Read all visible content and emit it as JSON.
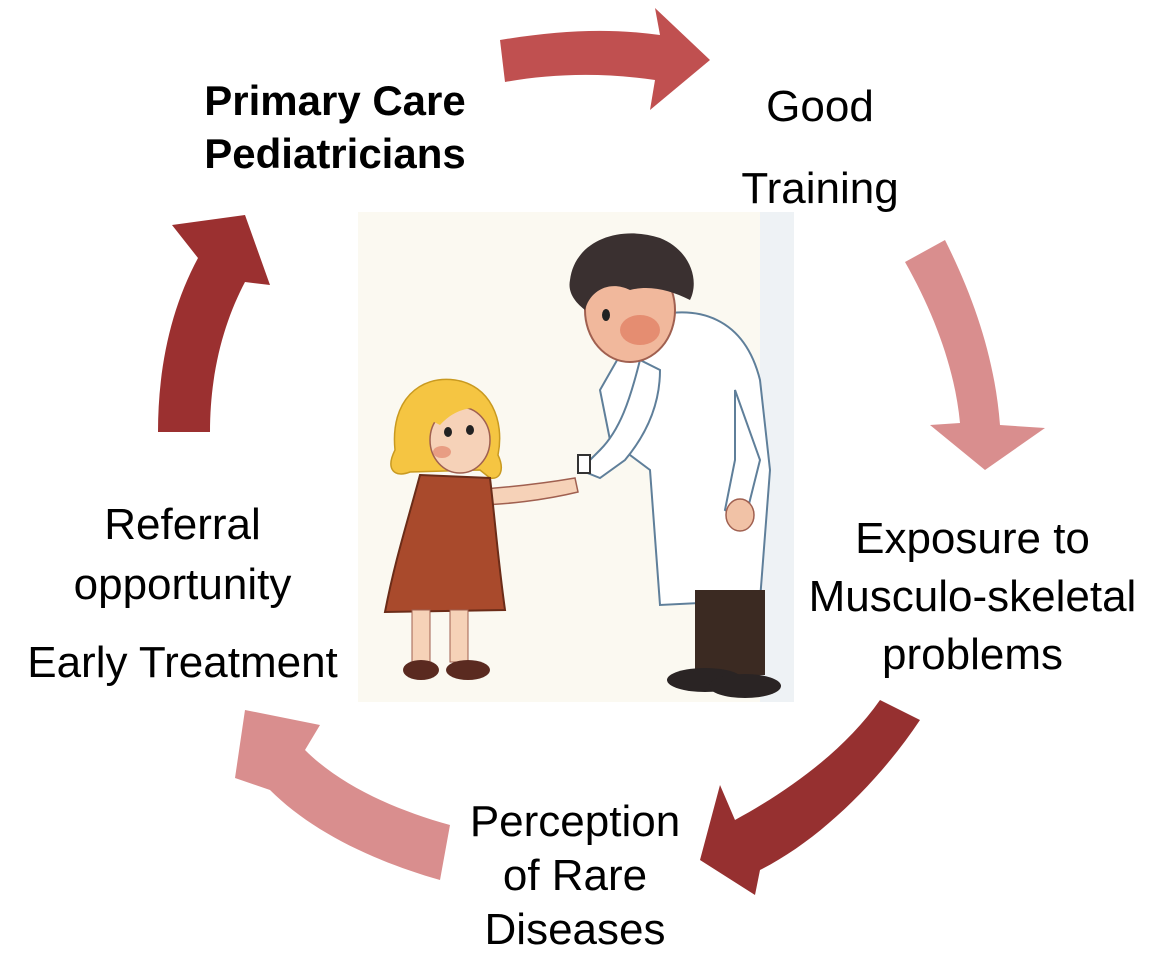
{
  "colors": {
    "arrow_dark": "#9b3030",
    "arrow_medium": "#c05050",
    "arrow_light": "#d98e8e",
    "background": "#ffffff"
  },
  "illustration": {
    "subject": "doctor-shaking-hand-with-child-illustration"
  },
  "cycle": {
    "primary_care": [
      "Primary Care",
      "Pediatricians"
    ],
    "good_training": [
      "Good",
      "Training"
    ],
    "exposure": [
      "Exposure to",
      "Musculo-skeletal",
      "problems"
    ],
    "perception": [
      "Perception",
      "of Rare",
      "Diseases"
    ],
    "referral": [
      "Referral",
      "opportunity",
      "Early Treatment"
    ]
  }
}
